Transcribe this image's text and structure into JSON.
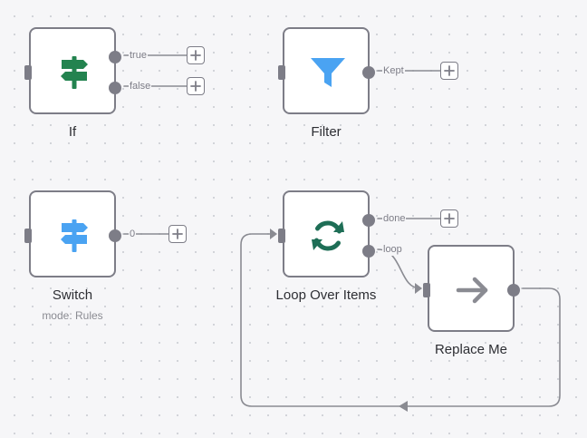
{
  "nodes": {
    "if": {
      "label": "If",
      "icon": "signpost-icon",
      "color": "#23834f",
      "outputs": [
        "true",
        "false"
      ]
    },
    "filter": {
      "label": "Filter",
      "icon": "funnel-icon",
      "color": "#4aa3f2",
      "outputs": [
        "Kept"
      ]
    },
    "switch": {
      "label": "Switch",
      "subtitle": "mode: Rules",
      "icon": "signpost-icon",
      "color": "#4aa3f2",
      "outputs": [
        "0"
      ]
    },
    "loop": {
      "label": "Loop Over Items",
      "icon": "refresh-arrows-icon",
      "color": "#1e6e56",
      "outputs": [
        "done",
        "loop"
      ]
    },
    "replace": {
      "label": "Replace Me",
      "icon": "arrow-right-icon",
      "color": "#8a8b92"
    }
  },
  "colors": {
    "canvas_bg": "#f6f6f8",
    "border": "#7d7d87",
    "edge": "#8a8b92"
  }
}
